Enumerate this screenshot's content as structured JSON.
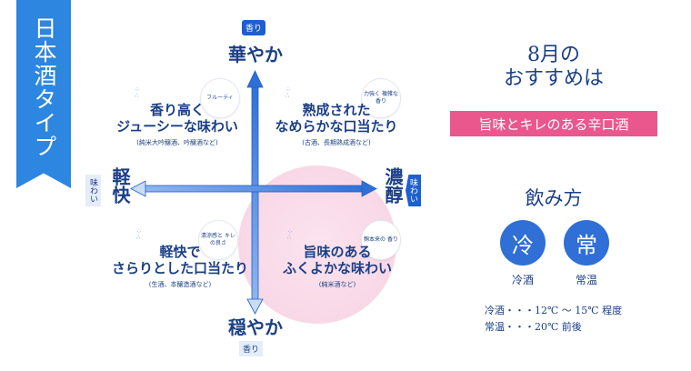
{
  "banner": {
    "title": "日本酒タイプ"
  },
  "axes": {
    "top": {
      "label": "華やか",
      "tag": "香り"
    },
    "bottom": {
      "label": "穏やか",
      "tag": "香り"
    },
    "left": {
      "label": "軽快",
      "tag": "味わい"
    },
    "right": {
      "label": "濃醇",
      "tag": "味わい"
    }
  },
  "quadrants": {
    "top_left": {
      "line1": "香り高く",
      "line2": "ジューシーな味わい",
      "note": "(純米大吟醸酒、吟醸酒など)",
      "bubble": "フルーティ"
    },
    "top_right": {
      "line1": "熟成された",
      "line2": "なめらかな口当たり",
      "note": "(古酒、長期熟成酒など)",
      "bubble": "力強く 複雑な香り"
    },
    "bottom_left": {
      "line1": "軽快で",
      "line2": "さらりとした口当たり",
      "note": "(生酒、本醸造酒など)",
      "bubble": "清涼感と キレの良さ"
    },
    "bottom_right": {
      "line1": "旨味のある",
      "line2": "ふくよかな味わい",
      "note": "(純米酒など)",
      "bubble": "麹本来の 香り"
    }
  },
  "recommend": {
    "line1": "8月の",
    "line2": "おすすめは",
    "highlight": "旨味とキレのある辛口酒"
  },
  "serving": {
    "title": "飲み方",
    "cold": {
      "symbol": "冷",
      "caption": "冷酒"
    },
    "room": {
      "symbol": "常",
      "caption": "常温"
    },
    "temp_cold": "冷酒・・・12℃ 〜 15℃ 程度",
    "temp_room": "常温・・・20℃ 前後"
  },
  "colors": {
    "primary": "#1b3f86",
    "accent": "#2d86e0",
    "pink": "#e9578d",
    "circle_pink": "#f8d3e3"
  }
}
